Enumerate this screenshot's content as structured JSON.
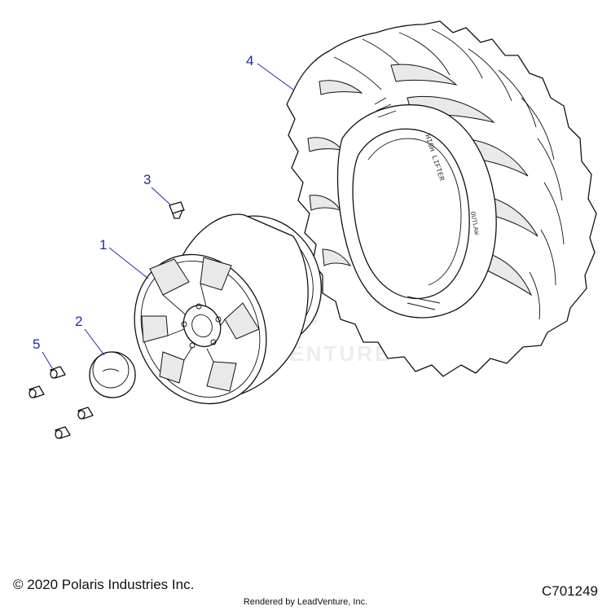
{
  "callouts": [
    {
      "label": "1",
      "part": "wheel rim"
    },
    {
      "label": "2",
      "part": "center cap"
    },
    {
      "label": "3",
      "part": "valve stem"
    },
    {
      "label": "4",
      "part": "tire"
    },
    {
      "label": "5",
      "part": "lug nuts"
    }
  ],
  "tire_sidewall_text": [
    "HIGH LIFTER",
    "OUTLAW"
  ],
  "watermark": "VENTURE",
  "footer": {
    "copyright": "© 2020 Polaris Industries Inc.",
    "diagram_id": "C701249",
    "rendered_by": "Rendered by LeadVenture, Inc."
  },
  "colors": {
    "callout": "#1e2aa8",
    "line": "#111111",
    "watermark": "#ededed"
  }
}
